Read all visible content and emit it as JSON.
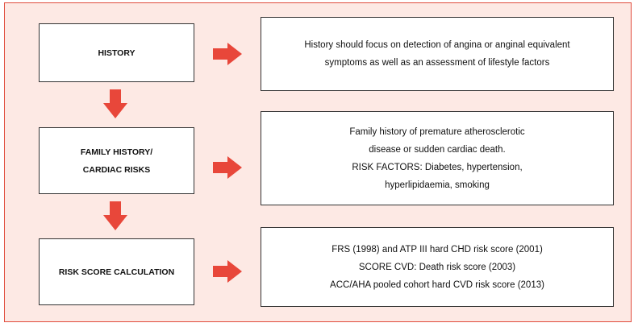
{
  "steps": [
    {
      "label": "HISTORY",
      "detail": "History should focus on detection of angina or anginal equivalent\nsymptoms as well as an assessment of lifestyle factors"
    },
    {
      "label": "FAMILY HISTORY/\nCARDIAC RISKS",
      "detail": "Family history of premature atherosclerotic\ndisease or sudden cardiac death.\nRISK FACTORS: Diabetes, hypertension,\nhyperlipidaemia, smoking"
    },
    {
      "label": "RISK SCORE CALCULATION",
      "detail": "FRS (1998) and ATP III hard CHD risk score (2001)\nSCORE CVD: Death risk score (2003)\nACC/AHA pooled cohort hard CVD risk score (2013)"
    }
  ],
  "colors": {
    "background": "#fde9e4",
    "border": "#e04b3c",
    "arrow": "#e8473a"
  }
}
